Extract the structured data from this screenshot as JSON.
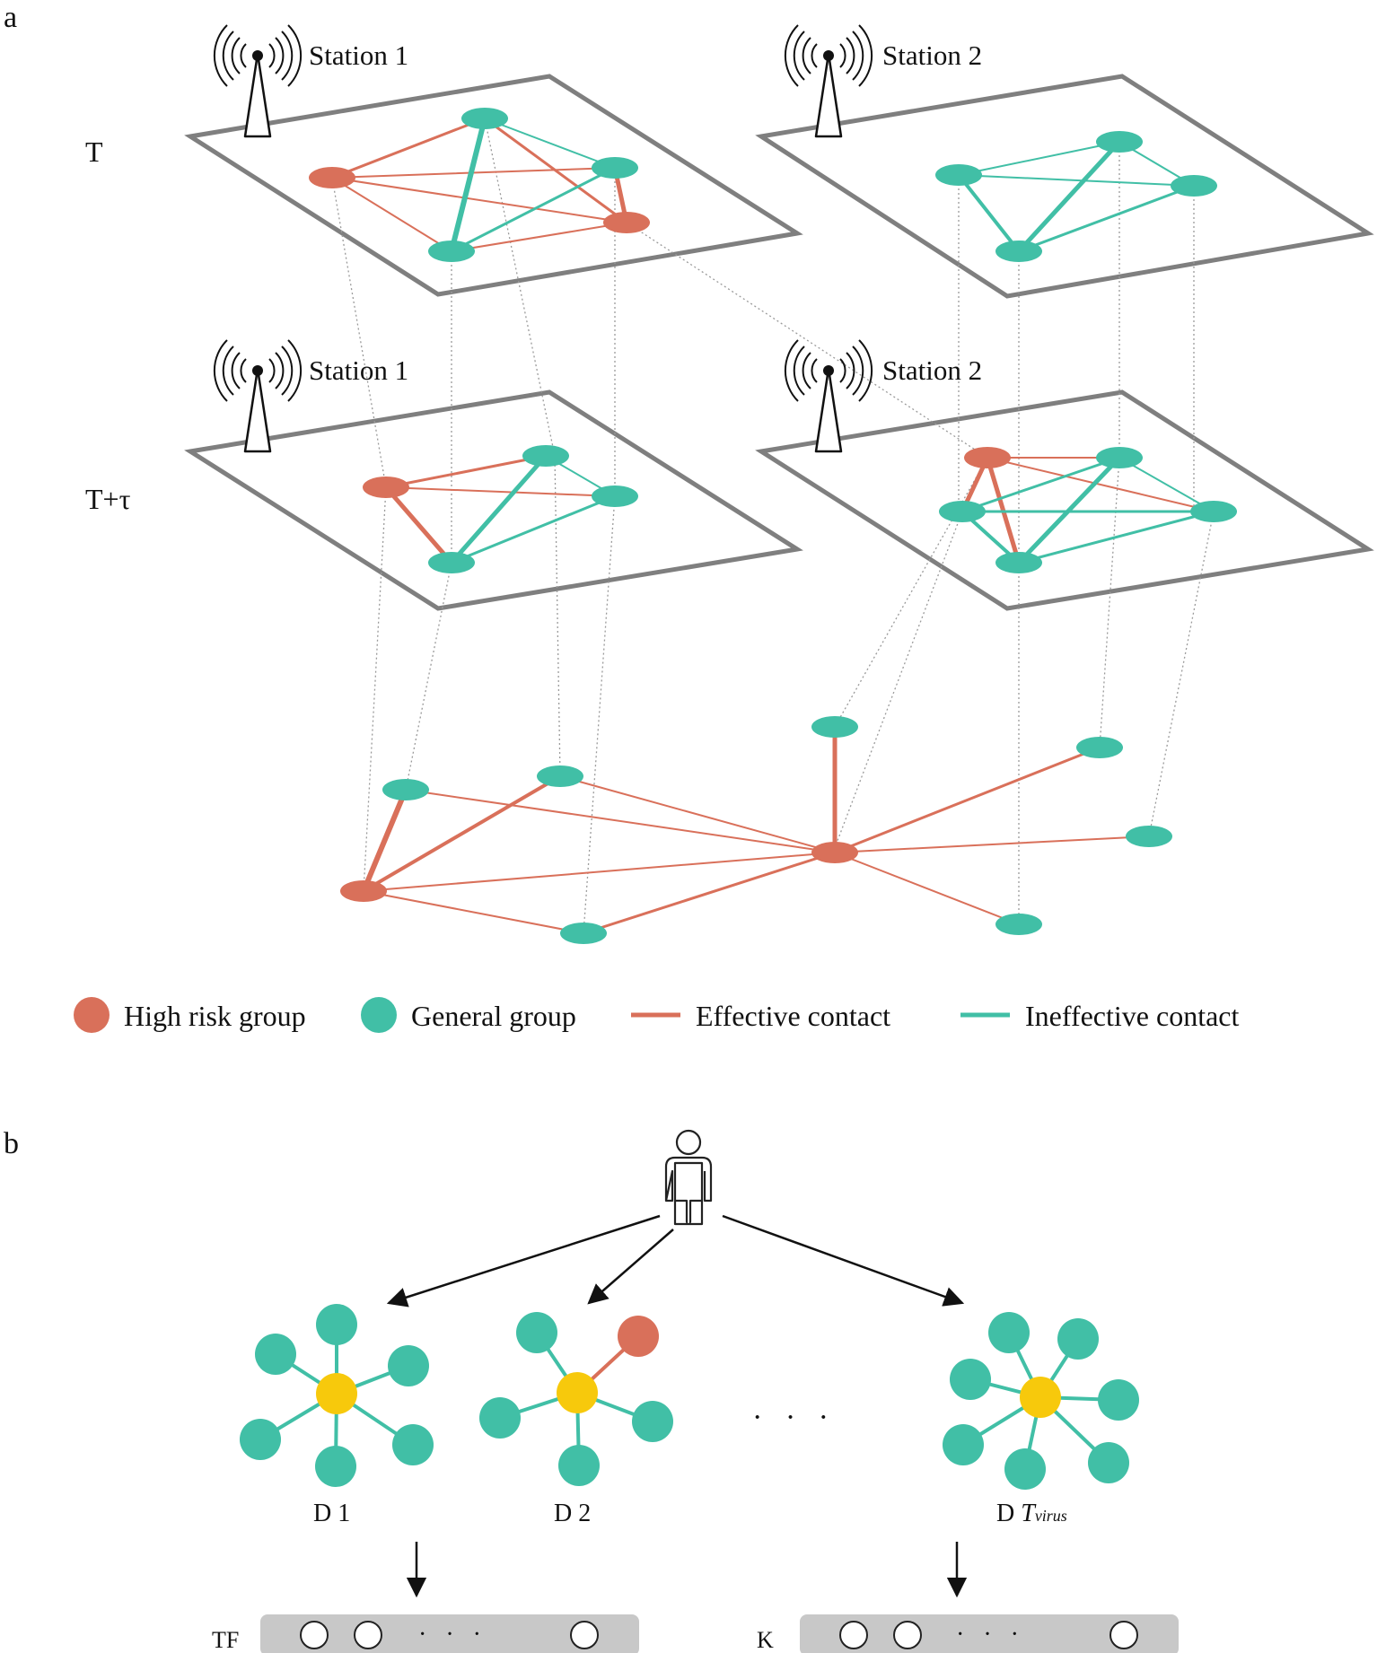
{
  "panel_a": {
    "label": "a",
    "layer_time_labels": [
      "T",
      "T+τ"
    ],
    "station_labels": [
      "Station 1",
      "Station 2",
      "Station 1",
      "Station 2"
    ],
    "legend": [
      {
        "label": "High risk group",
        "kind": "dot",
        "color": "#d9705a"
      },
      {
        "label": "General group",
        "kind": "dot",
        "color": "#41bfa6"
      },
      {
        "label": "Effective contact",
        "kind": "line",
        "color": "#d9705a"
      },
      {
        "label": "Ineffective contact",
        "kind": "line",
        "color": "#41bfa6"
      }
    ]
  },
  "panel_b": {
    "label": "b",
    "person_icon": "person-outline-icon",
    "day_labels": [
      "D 1",
      "D 2",
      "D"
    ],
    "day_label_italic": "T",
    "day_label_subscript": "virus",
    "ellipsis_between_days": "·   ·   ·",
    "bar_labels": [
      "TF",
      "K"
    ],
    "bar_ellipsis": "·   ·   ·"
  },
  "colors": {
    "high_risk": "#d9705a",
    "general": "#41bfa6",
    "center": "#f7c90c",
    "frame": "#7f7f7f",
    "bar": "#c8c8c8"
  }
}
